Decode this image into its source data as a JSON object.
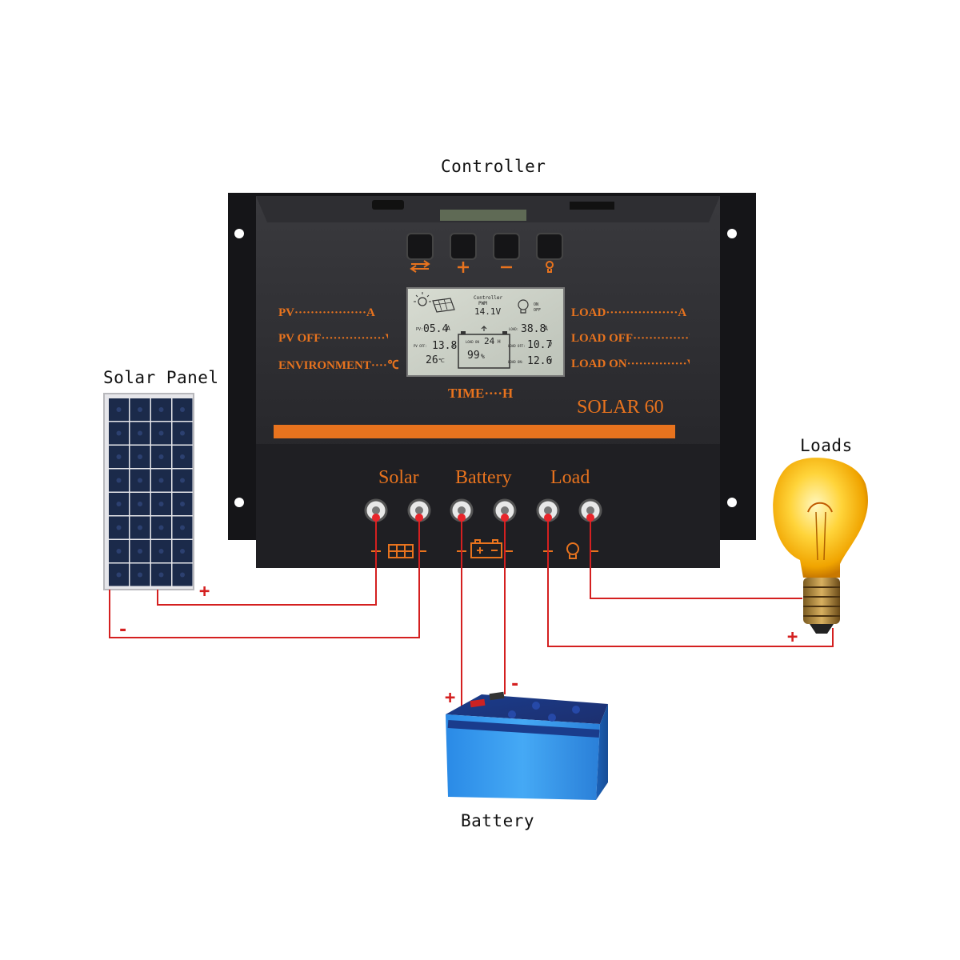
{
  "labels": {
    "controller": "Controller",
    "solar_panel": "Solar Panel",
    "loads": "Loads",
    "battery": "Battery"
  },
  "controller": {
    "model": "SOLAR 60",
    "left_params": [
      "PV··················A",
      "PV OFF················V",
      "ENVIRONMENT····℃"
    ],
    "right_params": [
      "LOAD··················A",
      "LOAD OFF··············V",
      "LOAD ON···············V"
    ],
    "time_label": "TIME····H",
    "buttons": [
      "⇄",
      "+",
      "−",
      "bulb"
    ],
    "terminal_groups": [
      "Solar",
      "Battery",
      "Load"
    ],
    "lcd": {
      "header": "Controller",
      "mode": "PWM",
      "sys_voltage": "14.1V",
      "pv_label": "PV:",
      "pv_value": "05.4",
      "pv_unit": "A",
      "pvoff_label": "PV OFF:",
      "pvoff_value": "13.8",
      "pvoff_unit": "V",
      "temp_value": "26",
      "temp_unit": "℃",
      "loadon_tag": "LOAD ON",
      "hours_value": "24",
      "hours_unit": "H",
      "battery_pct": "99",
      "pct_unit": "%",
      "onoff_top": "ON",
      "onoff_bottom": "OFF",
      "load_label": "LOAD:",
      "load_value": "38.8",
      "load_unit": "A",
      "loadoff_label": "LOAD OFF:",
      "loadoff_value": "10.7",
      "loadoff_unit": "V",
      "loadon_label": "LOAD ON:",
      "loadon_value": "12.6",
      "loadon_unit": "V"
    }
  },
  "wire_signs": {
    "panel_plus": "+",
    "panel_minus": "-",
    "battery_plus": "+",
    "battery_minus": "-",
    "load_plus": "+"
  },
  "colors": {
    "wire": "#d42020",
    "controller_body": "#26262a",
    "accent_orange": "#e8731e",
    "battery_blue": "#2f8fe0",
    "lcd_bg": "#c9cec4"
  }
}
